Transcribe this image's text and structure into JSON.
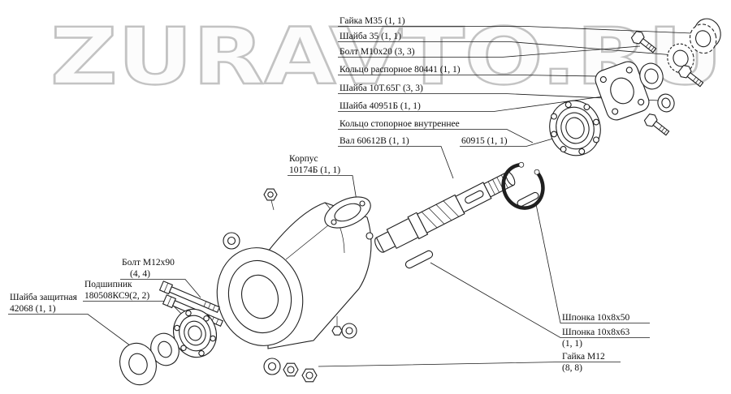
{
  "watermark": "ZURAVTO.RU",
  "labels": {
    "nut_m35": "Гайка М35 (1, 1)",
    "washer_35": "Шайба 35 (1, 1)",
    "bolt_m10x20": "Болт М10х20 (3, 3)",
    "spacer_ring": "Кольцо распорное 80441 (1, 1)",
    "washer_10t65g": "Шайба 10Т.65Г (3, 3)",
    "washer_40951b": "Шайба 40951Б (1, 1)",
    "snap_ring": "Кольцо стопорное внутреннее",
    "shaft": "Вал 60612В (1, 1)",
    "bearing_60915": "60915 (1, 1)",
    "housing_line1": "Корпус",
    "housing_line2": "10174Б (1, 1)",
    "bolt_m12x90_line1": "Болт М12х90",
    "bolt_m12x90_line2": "(4, 4)",
    "bearing_line1": "Подшипник",
    "bearing_line2": "180508КС9(2, 2)",
    "guard_washer_line1": "Шайба защитная",
    "guard_washer_line2": "42068 (1, 1)",
    "key_10x8x50": "Шпонка 10х8х50",
    "key_10x8x63_line1": "Шпонка 10х8х63",
    "key_10x8x63_line2": "(1, 1)",
    "nut_m12_line1": "Гайка М12",
    "nut_m12_line2": "(8, 8)"
  }
}
